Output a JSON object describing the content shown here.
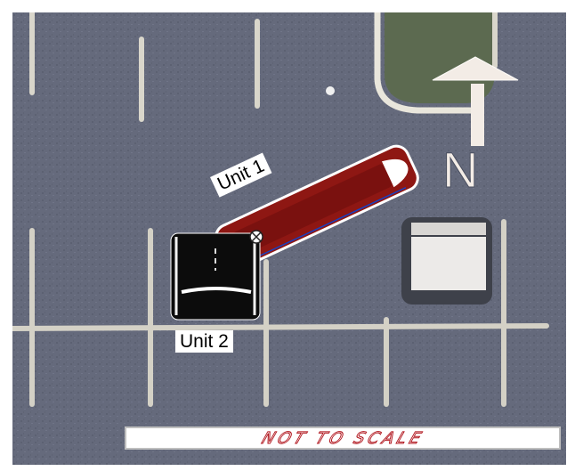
{
  "map": {
    "north_arrow": {
      "letter": "N",
      "color": "#f3ece6"
    },
    "vehicles": [
      {
        "id": "unit-1",
        "label": "Unit 1",
        "color": "#8e1713"
      },
      {
        "id": "unit-2",
        "label": "Unit 2",
        "color": "#0c0c0c"
      }
    ],
    "scale_note": "NOT TO SCALE",
    "colors": {
      "pavement": "#666b7d",
      "line_paint": "#e6e2d6",
      "scale_text_outline": "#b0141c"
    }
  }
}
